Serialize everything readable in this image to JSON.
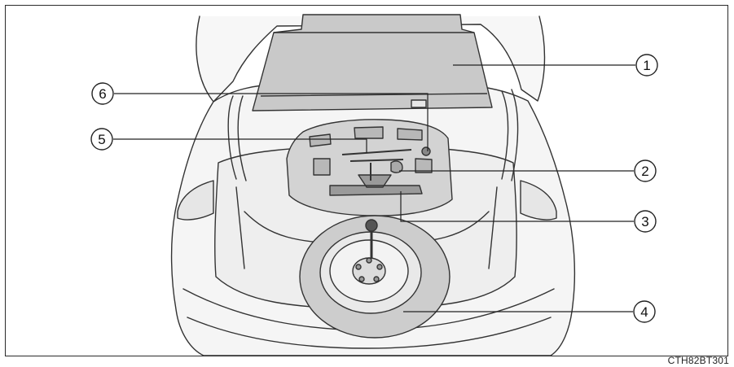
{
  "callouts": [
    {
      "id": "1",
      "label": "1"
    },
    {
      "id": "2",
      "label": "2"
    },
    {
      "id": "3",
      "label": "3"
    },
    {
      "id": "4",
      "label": "4"
    },
    {
      "id": "5",
      "label": "5"
    },
    {
      "id": "6",
      "label": "6"
    }
  ],
  "figure_code": "CTH82BT301",
  "colors": {
    "line": "#333333",
    "body_fill": "#f4f4f4",
    "panel_fill": "#c8c8c8",
    "tray_fill": "#d2d2d2",
    "tire_fill": "#cfcfcf"
  }
}
